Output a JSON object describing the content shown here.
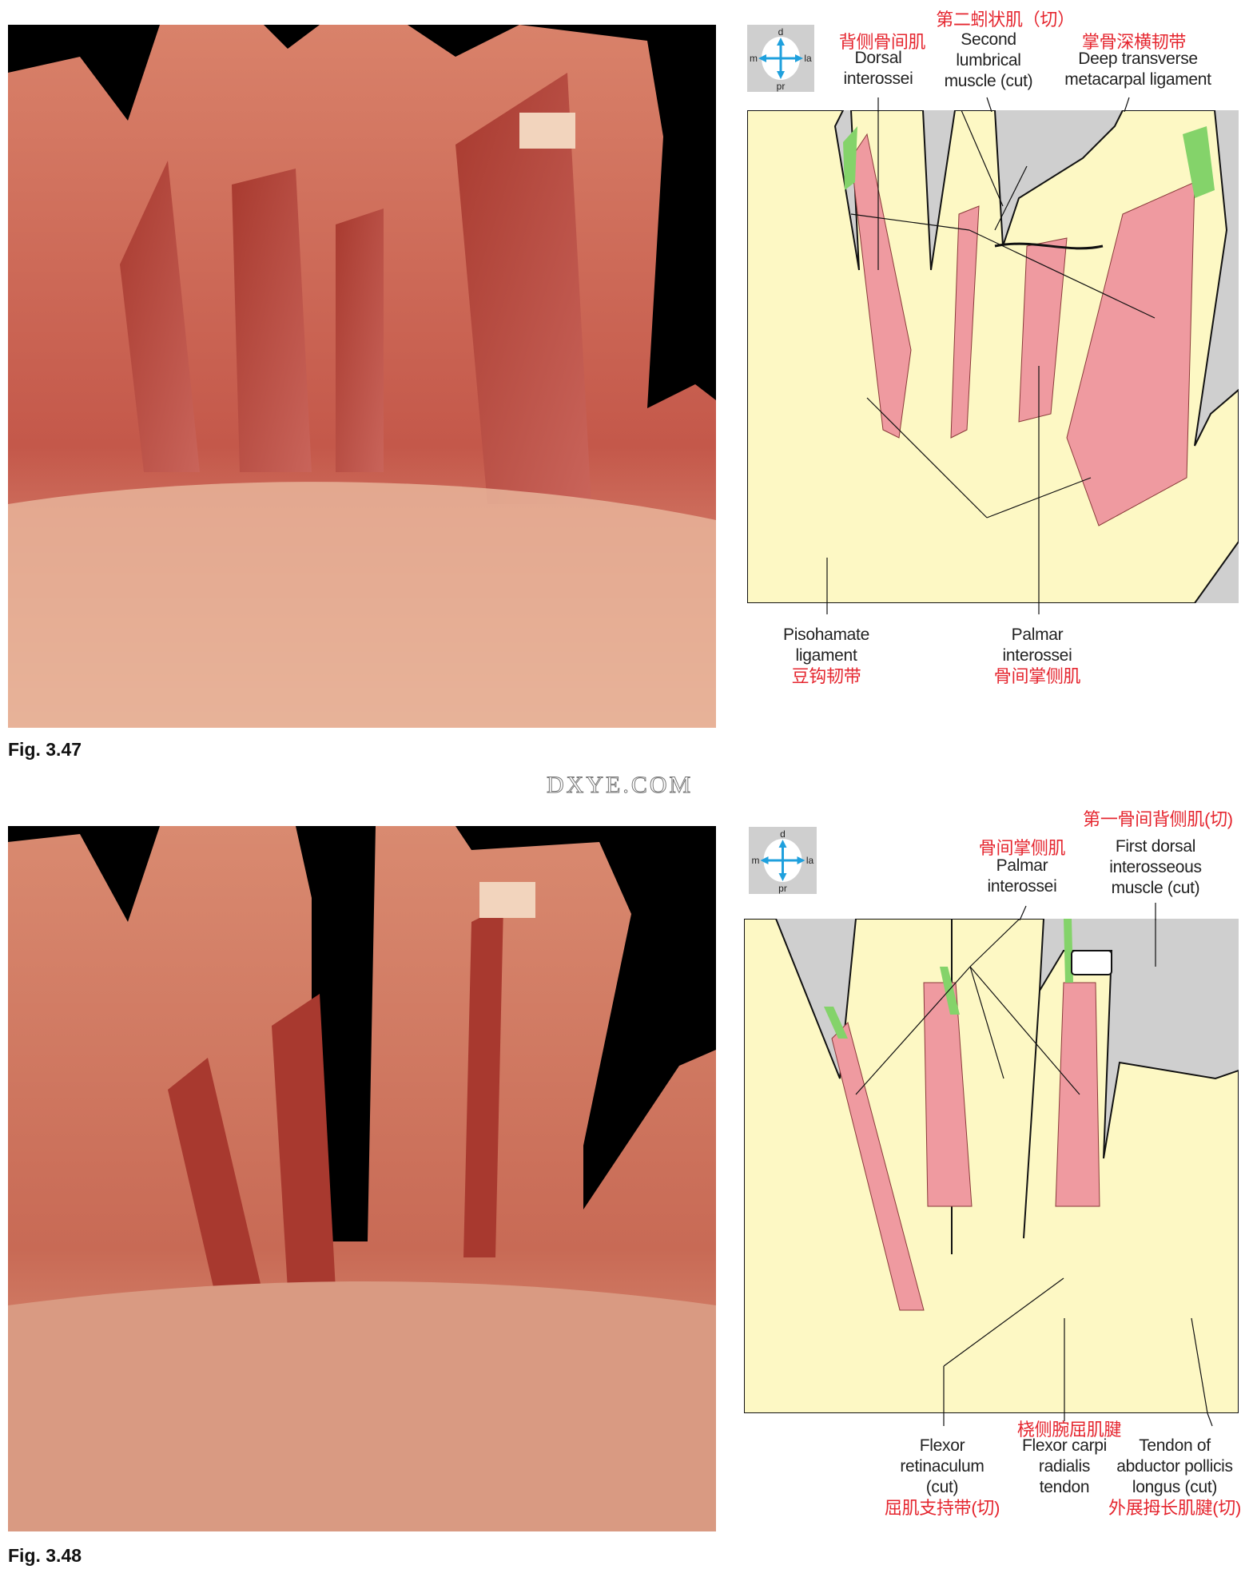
{
  "watermark": "DXYE.COM",
  "compass": {
    "top": "d",
    "bottom": "pr",
    "left": "m",
    "right": "la"
  },
  "colors": {
    "label_red": "#e5262f",
    "muscle_pink": "#ef9aa0",
    "bone_yellow": "#fdf8c4",
    "green_cut": "#84d36a",
    "bg_gray": "#cfcfcf"
  },
  "figures": [
    {
      "caption": "Fig. 3.47",
      "labels": {
        "second_lumbrical_cn": "第二蚓状肌（切）",
        "dorsal_interossei_cn": "背侧骨间肌",
        "dorsal_interossei_en": [
          "Dorsal",
          "interossei"
        ],
        "second_lumbrical_en": [
          "Second",
          "lumbrical",
          "muscle (cut)"
        ],
        "deep_transverse_cn": "掌骨深横韧带",
        "deep_transverse_en": [
          "Deep transverse",
          "metacarpal ligament"
        ],
        "pisohamate_en": [
          "Pisohamate",
          "ligament"
        ],
        "pisohamate_cn": "豆钩韧带",
        "palmar_interossei_en": [
          "Palmar",
          "interossei"
        ],
        "palmar_interossei_cn": "骨间掌侧肌"
      }
    },
    {
      "caption": "Fig. 3.48",
      "labels": {
        "first_dorsal_cn": "第一骨间背侧肌(切)",
        "palmar_interossei_cn": "骨间掌侧肌",
        "palmar_interossei_en": [
          "Palmar",
          "interossei"
        ],
        "first_dorsal_en": [
          "First dorsal",
          "interosseous",
          "muscle (cut)"
        ],
        "fcr_cn": "桡侧腕屈肌腱",
        "flexor_retinaculum_en": [
          "Flexor",
          "retinaculum",
          "(cut)"
        ],
        "flexor_retinaculum_cn": "屈肌支持带(切)",
        "fcr_en": [
          "Flexor carpi",
          "radialis",
          "tendon"
        ],
        "apl_en": [
          "Tendon of",
          "abductor pollicis",
          "longus (cut)"
        ],
        "apl_cn": "外展拇长肌腱(切)"
      }
    }
  ]
}
